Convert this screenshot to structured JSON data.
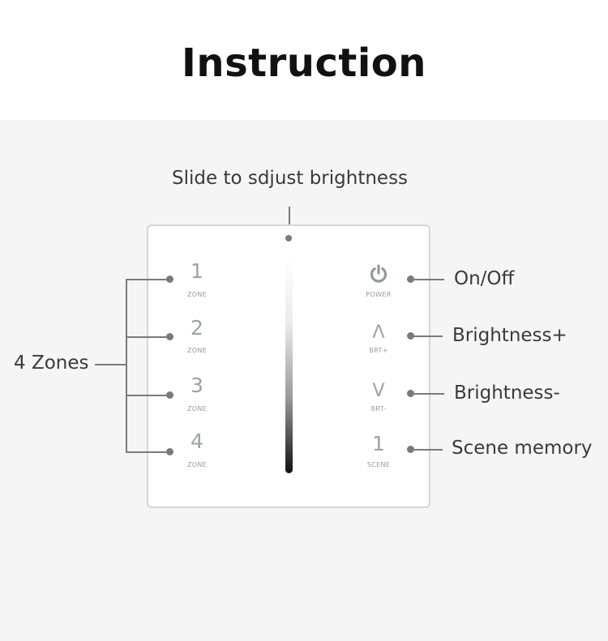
{
  "title": "Instruction",
  "labels": {
    "slide": "Slide to sdjust brightness",
    "zones": "4 Zones",
    "on_off": "On/Off",
    "brightness_plus": "Brightness+",
    "brightness_minus": "Brightness-",
    "scene_memory": "Scene memory"
  },
  "zones": [
    {
      "num": "1",
      "sub": "ZONE"
    },
    {
      "num": "2",
      "sub": "ZONE"
    },
    {
      "num": "3",
      "sub": "ZONE"
    },
    {
      "num": "4",
      "sub": "ZONE"
    }
  ],
  "right_buttons": {
    "power": {
      "icon": "power-icon",
      "sub": "POWER"
    },
    "up": {
      "glyph": "Λ",
      "sub": "BRT+"
    },
    "down": {
      "glyph": "V",
      "sub": "BRT-"
    },
    "scene": {
      "glyph": "1",
      "sub": "SCENE"
    }
  }
}
